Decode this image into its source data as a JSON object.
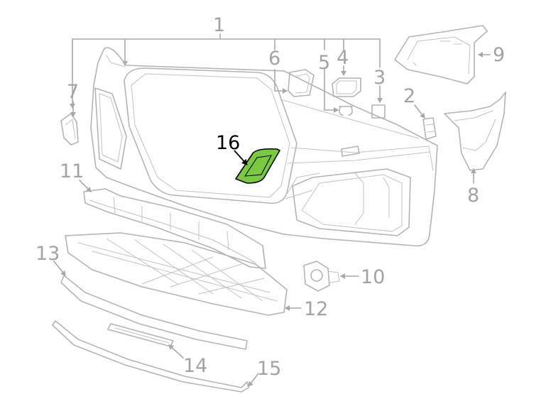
{
  "diagram": {
    "highlight_color": "#7ac943",
    "callouts": [
      {
        "id": "1",
        "label": "1"
      },
      {
        "id": "2",
        "label": "2"
      },
      {
        "id": "3",
        "label": "3"
      },
      {
        "id": "4",
        "label": "4"
      },
      {
        "id": "5",
        "label": "5"
      },
      {
        "id": "6",
        "label": "6"
      },
      {
        "id": "7",
        "label": "7"
      },
      {
        "id": "8",
        "label": "8"
      },
      {
        "id": "9",
        "label": "9"
      },
      {
        "id": "10",
        "label": "10"
      },
      {
        "id": "11",
        "label": "11"
      },
      {
        "id": "12",
        "label": "12"
      },
      {
        "id": "13",
        "label": "13"
      },
      {
        "id": "14",
        "label": "14"
      },
      {
        "id": "15",
        "label": "15"
      },
      {
        "id": "16",
        "label": "16",
        "highlighted": true
      }
    ]
  }
}
